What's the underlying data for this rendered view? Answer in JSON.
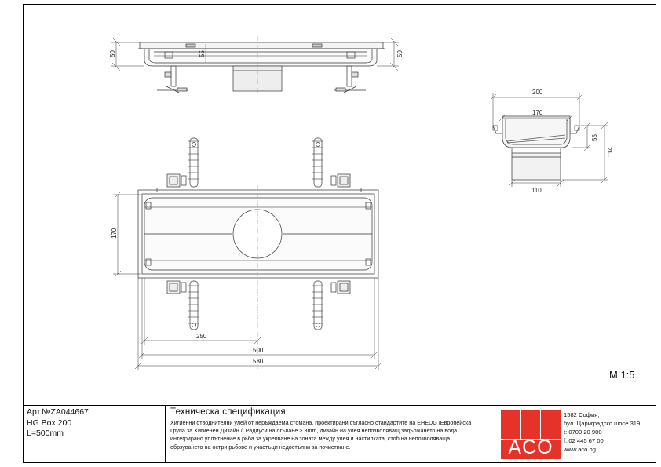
{
  "frame": {
    "border_color": "#000000"
  },
  "top_view": {
    "dim_left": "50",
    "dim_inner": "55",
    "dim_right": "50"
  },
  "section_view": {
    "dim_width": "200",
    "dim_inner": "170",
    "dim_depth1": "55",
    "dim_depth2": "114",
    "dim_outlet": "110"
  },
  "plan_view": {
    "dim_height": "170",
    "dim_offset": "250",
    "dim_length": "500",
    "dim_total": "530"
  },
  "scale": "M 1:5",
  "title_block": {
    "article": "Арт.№ZA044667",
    "product": "HG Box 200",
    "length": "L=500mm",
    "spec_title": "Техническа спецификация:",
    "spec_lines": [
      "Хигиенни отводнителни улей от неръждаема стомана, проектирани съгласно стандартите на EHEDG /Европейска",
      "Група за Хигиенен Дизайн /. Радиуси на огъване > 3mm, дизайн на улея непозволяващ задържането на вода,",
      "интегрирано уплътнение в рьба за укрепване на зоната между улея и настилката, стоб на непозволяваща",
      "обрзуването на остри рьбове и участъци недостъпни за почистване."
    ],
    "address_lines": [
      "1582 София,",
      "бул. Цариградско шосе 319",
      "t: 0700 20 900",
      "f: 02 445 67 00",
      "www.aco.bg"
    ],
    "logo_text": "ACO",
    "logo_color": "#e5332a"
  }
}
